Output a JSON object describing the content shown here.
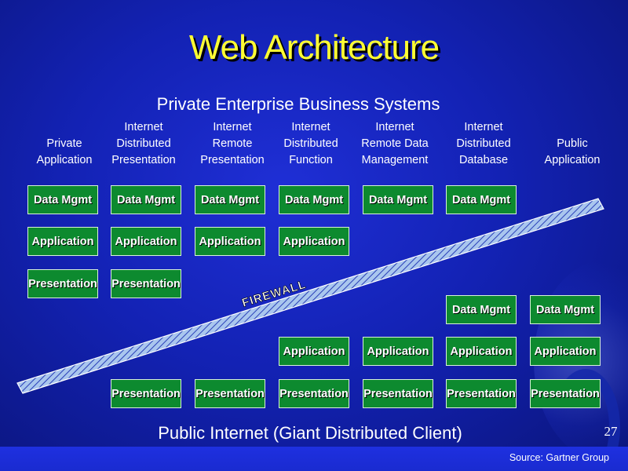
{
  "title": "Web Architecture",
  "top_label": "Private Enterprise Business Systems",
  "bottom_label": "Public Internet (Giant Distributed Client)",
  "firewall_label": "FIREWALL",
  "page_number": "27",
  "source": "Source: Gartner Group",
  "columns": [
    {
      "l1": "",
      "l2": "Private",
      "l3": "Application"
    },
    {
      "l1": "Internet",
      "l2": "Distributed",
      "l3": "Presentation"
    },
    {
      "l1": "Internet",
      "l2": "Remote",
      "l3": "Presentation"
    },
    {
      "l1": "Internet",
      "l2": "Distributed",
      "l3": "Function"
    },
    {
      "l1": "Internet",
      "l2": "Remote Data",
      "l3": "Management"
    },
    {
      "l1": "Internet",
      "l2": "Distributed",
      "l3": "Database"
    },
    {
      "l1": "",
      "l2": "Public",
      "l3": "Application"
    }
  ],
  "labels": {
    "data_mgmt": "Data Mgmt",
    "application": "Application",
    "presentation": "Presentation"
  },
  "colors": {
    "title": "#ffff33",
    "box_fill": "#0d8a2f",
    "background": "#1322b4"
  }
}
